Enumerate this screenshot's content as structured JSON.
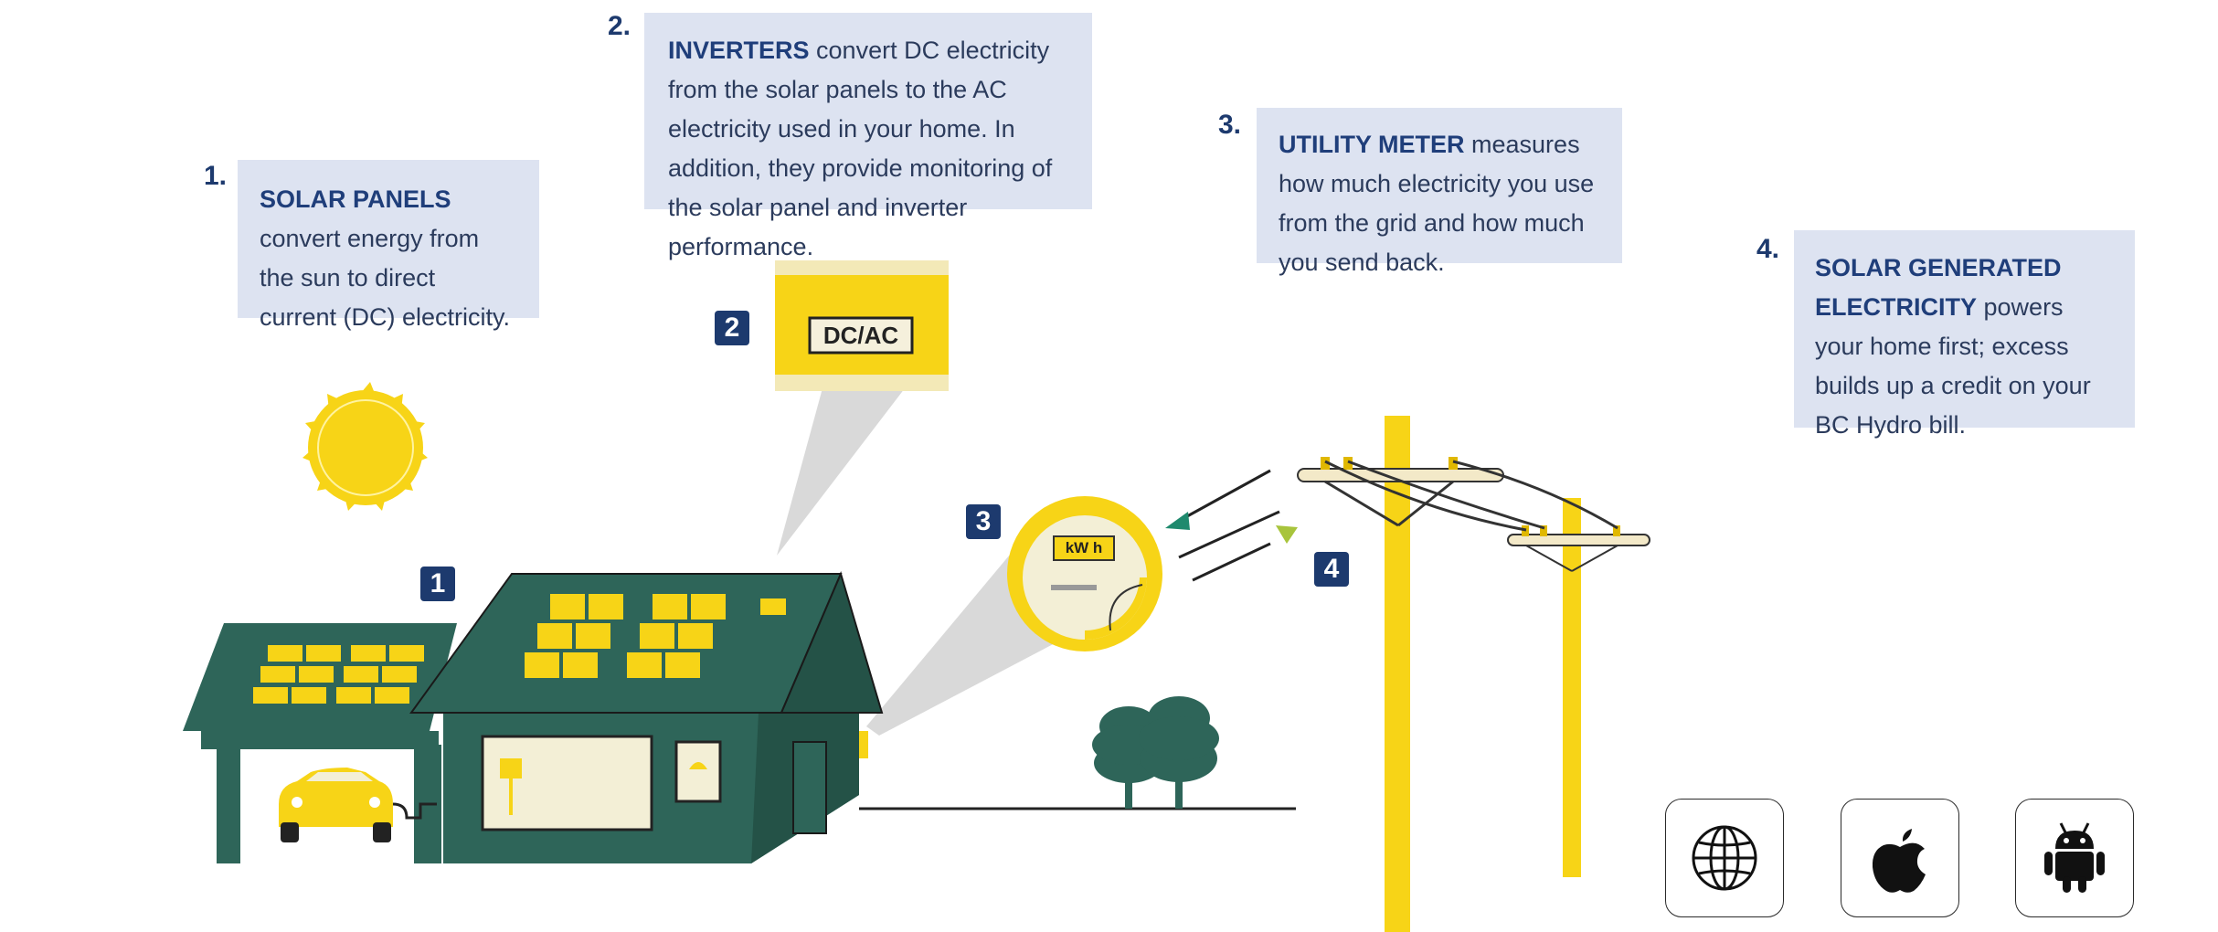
{
  "steps": [
    {
      "number": "1.",
      "heading": "SOLAR PANELS",
      "text": " convert energy from the sun to direct current (DC) electricity."
    },
    {
      "number": "2.",
      "heading": "INVERTERS",
      "text": " convert DC electricity from the solar panels to the AC electricity used in your home. In addition, they provide monitoring of the solar panel and inverter performance."
    },
    {
      "number": "3.",
      "heading": "UTILITY METER",
      "text": " measures how much electricity you use from the grid and how much you send back."
    },
    {
      "number": "4.",
      "heading": "SOLAR GENERATED ELECTRICITY",
      "text": "  powers your home first; excess builds up a credit on your BC Hydro bill."
    }
  ],
  "badges": [
    "1",
    "2",
    "3",
    "4"
  ],
  "inverter_label": "DC/AC",
  "meter_label": "kW h",
  "app_links": [
    {
      "icon": "globe-icon",
      "label": "Web"
    },
    {
      "icon": "apple-icon",
      "label": "iOS"
    },
    {
      "icon": "android-icon",
      "label": "Android"
    }
  ],
  "colors": {
    "navy": "#1d3a6e",
    "callout_bg": "#dde3f1",
    "house_green": "#2e6559",
    "solar_yellow": "#f7d417"
  }
}
